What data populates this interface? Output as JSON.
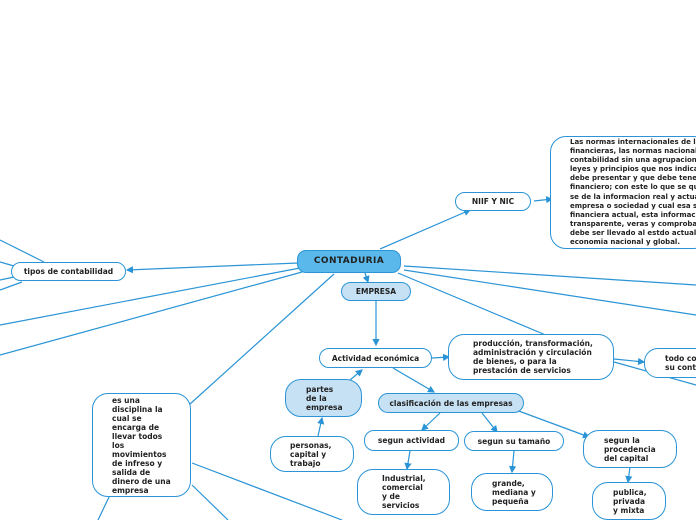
{
  "mindmap": {
    "root": "CONTADURIA",
    "niif": "NIIF Y NIC",
    "niif_text": "Las normas internacionales de la\nfinancieras, las normas nacionales\ncontabilidad sin una agrupacion\nleyes y principios que nos indica\ndebe presentar y que debe tener\nfinanciero; con este lo que se qu\nse de la informacion real y actua\nempresa o sociedad y cual esa s\nfinanciera actual, esta informaci\ntransparente, veras y comproba\ndebe ser llevado al estdo actual\neconomia nacional y global.",
    "tipos": "tipos de contabilidad",
    "empresa": "EMPRESA",
    "actividad": "Actividad económica",
    "produccion": "producción, transformación,\nadministración y circulación\nde bienes, o para la\nprestación de servicios",
    "todo": "todo con\nsu conta",
    "partes": "partes\nde la\nempresa",
    "personas": "personas,\ncapital y\ntrabajo",
    "clasificacion": "clasificación de las empresas",
    "segun_actividad": "segun actividad",
    "industrial": "Industrial,\ncomercial\ny de\nservicios",
    "segun_tamano": "segun su tamaño",
    "grande": "grande,\nmediana y\npequeña",
    "segun_procedencia": "segun la\nprocedencia\ndel capital",
    "publica": "publica,\nprivada\ny mixta",
    "disciplina": "es una\ndisciplina la\ncual se\nencarga de\nllevar todos\nlos\nmovimientos\nde infreso y\nsalida de\ndinero de una\nempresa"
  },
  "colors": {
    "line": "#2a94d6",
    "main_fill": "#5bb8ea",
    "sub_fill": "#c6e0f4"
  }
}
